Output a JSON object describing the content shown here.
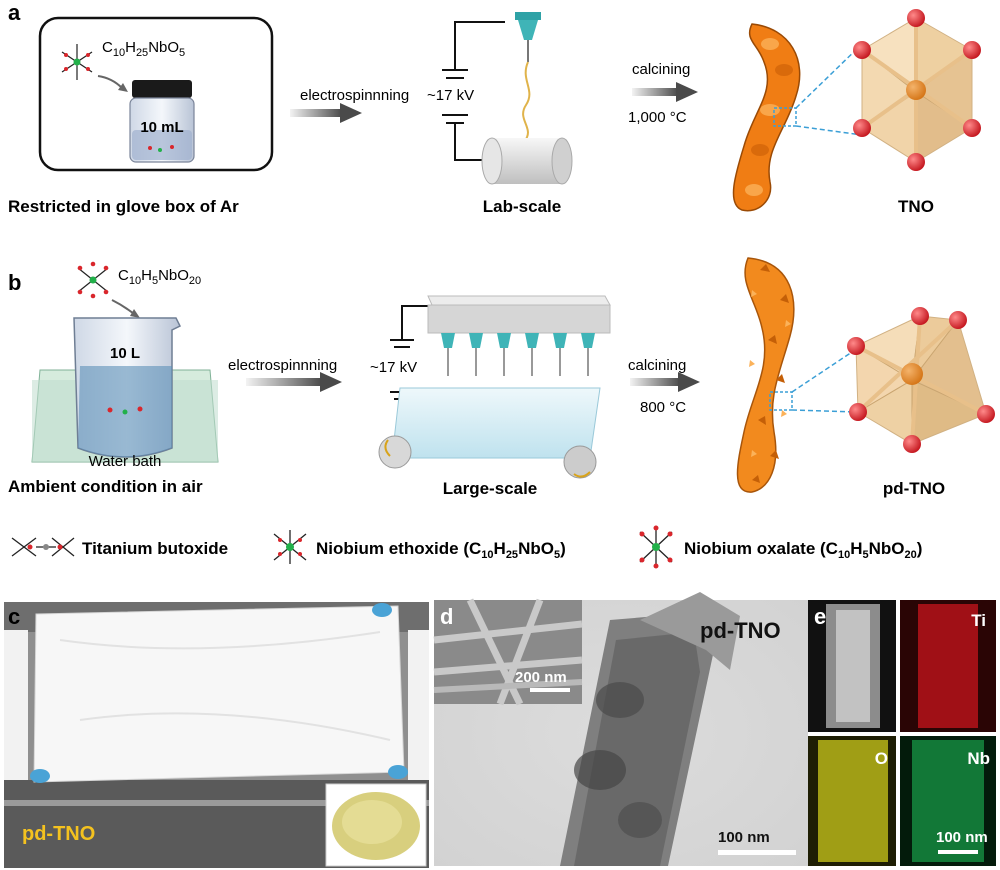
{
  "panel_a": {
    "label": "a",
    "precursor_formula": "C10H25NbO5",
    "vial_volume": "10 mL",
    "box_caption": "Restricted in glove box of Ar",
    "process1": "electrospinnning",
    "voltage": "~17 kV",
    "setup_caption": "Lab-scale",
    "process2": "calcining",
    "temperature": "1,000 °C",
    "product": "TNO"
  },
  "panel_b": {
    "label": "b",
    "precursor_formula": "C10H5NbO20",
    "beaker_volume": "10 L",
    "bath_label": "Water bath",
    "condition_caption": "Ambient condition in air",
    "process1": "electrospinnning",
    "voltage": "~17 kV",
    "setup_caption": "Large-scale",
    "process2": "calcining",
    "temperature": "800 °C",
    "product": "pd-TNO"
  },
  "legend": [
    {
      "label": "Titanium butoxide"
    },
    {
      "label": "Niobium ethoxide (C10H25NbO5)"
    },
    {
      "label": "Niobium oxalate (C10H5NbO20)"
    }
  ],
  "panel_c": {
    "label": "c",
    "text": "pd-TNO"
  },
  "panel_d": {
    "label": "d",
    "title": "pd-TNO",
    "inset_scale": "200 nm",
    "scale": "100 nm"
  },
  "panel_e": {
    "label": "e",
    "maps": [
      "Ti",
      "O",
      "Nb"
    ],
    "scale": "100 nm"
  },
  "colors": {
    "orange": "#e87f1a",
    "atom_red": "#d9262c",
    "fiber_orange": "#f07d14",
    "dashed_blue": "#3b9fd6",
    "pd_text": "#f4c21f",
    "ti_red": "#c8141c",
    "o_yellow": "#d7d41c",
    "nb_green": "#1aa04a"
  }
}
